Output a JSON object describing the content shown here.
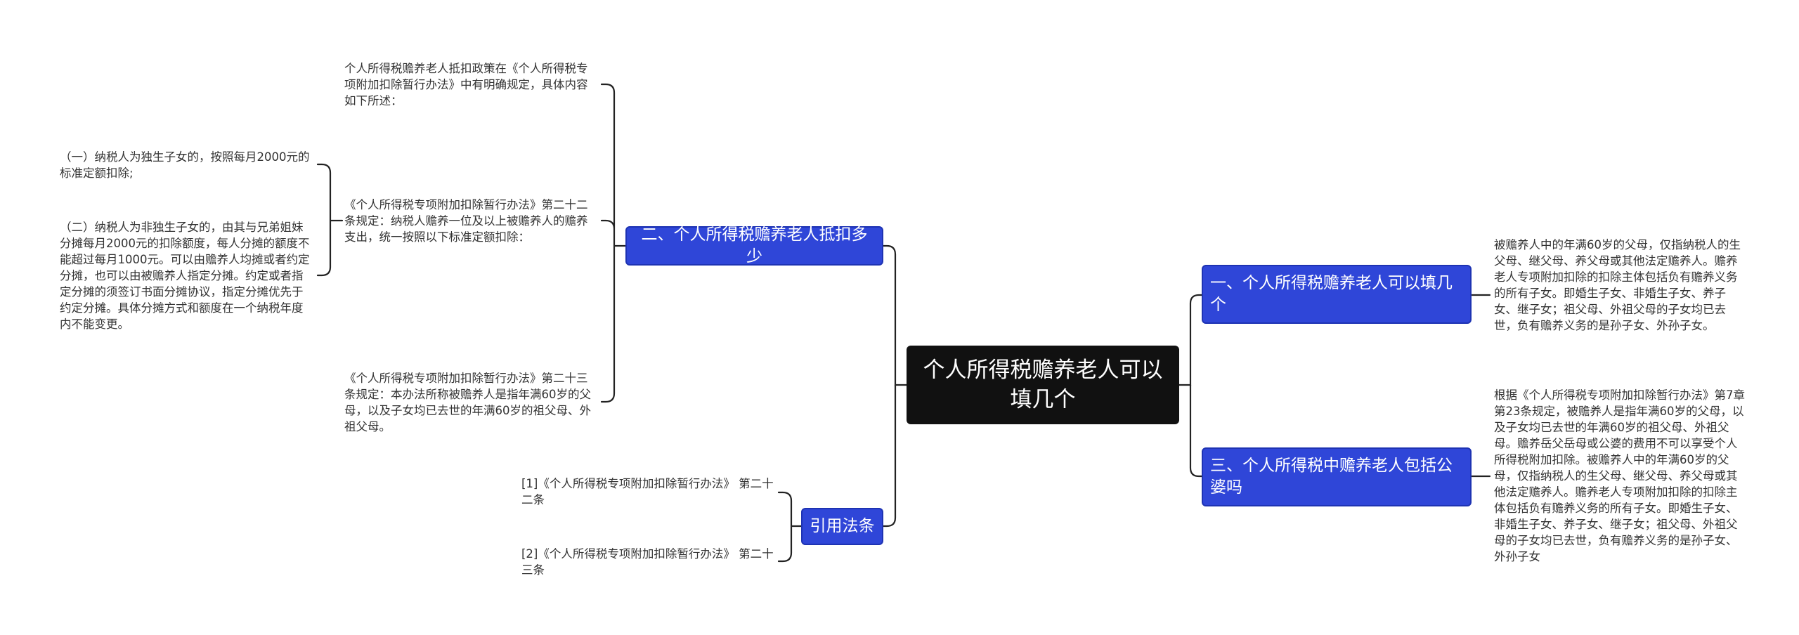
{
  "root": {
    "title": "个人所得税赡养老人可以填几个"
  },
  "branches": [
    {
      "id": "b1",
      "label": "二、个人所得税赡养老人抵扣多少"
    },
    {
      "id": "b2",
      "label": "引用法条"
    },
    {
      "id": "b3",
      "label": "一、个人所得税赡养老人可以填几个"
    },
    {
      "id": "b4",
      "label": "三、个人所得税中赡养老人包括公婆吗"
    }
  ],
  "leaves": {
    "b1_intro": "个人所得税赡养老人抵扣政策在《个人所得税专项附加扣除暂行办法》中有明确规定，具体内容如下所述：",
    "b1_art22": "《个人所得税专项附加扣除暂行办法》第二十二条规定：纳税人赡养一位及以上被赡养人的赡养支出，统一按照以下标准定额扣除：",
    "b1_art22_1": "（一）纳税人为独生子女的，按照每月2000元的标准定额扣除;",
    "b1_art22_2": "（二）纳税人为非独生子女的，由其与兄弟姐妹分摊每月2000元的扣除额度，每人分摊的额度不能超过每月1000元。可以由赡养人均摊或者约定分摊，也可以由被赡养人指定分摊。约定或者指定分摊的须签订书面分摊协议，指定分摊优先于约定分摊。具体分摊方式和额度在一个纳税年度内不能变更。",
    "b1_art23": "《个人所得税专项附加扣除暂行办法》第二十三条规定：本办法所称被赡养人是指年满60岁的父母，以及子女均已去世的年满60岁的祖父母、外祖父母。",
    "b2_ref1": "[1]《个人所得税专项附加扣除暂行办法》 第二十二条",
    "b2_ref2": "[2]《个人所得税专项附加扣除暂行办法》 第二十三条",
    "b3_text": "被赡养人中的年满60岁的父母，仅指纳税人的生父母、继父母、养父母或其他法定赡养人。赡养老人专项附加扣除的扣除主体包括负有赡养义务的所有子女。即婚生子女、非婚生子女、养子女、继子女；祖父母、外祖父母的子女均已去世，负有赡养义务的是孙子女、外孙子女。",
    "b4_text": "根据《个人所得税专项附加扣除暂行办法》第7章第23条规定，被赡养人是指年满60岁的父母，以及子女均已去世的年满60岁的祖父母、外祖父母。赡养岳父岳母或公婆的费用不可以享受个人所得税附加扣除。被赡养人中的年满60岁的父母，仅指纳税人的生父母、继父母、养父母或其他法定赡养人。赡养老人专项附加扣除的扣除主体包括负有赡养义务的所有子女。即婚生子女、非婚生子女、养子女、继子女；祖父母、外祖父母的子女均已去世，负有赡养义务的是孙子女、外孙子女"
  },
  "colors": {
    "root_bg": "#111111",
    "branch_bg": "#2f46d8",
    "edge": "#222222",
    "leaf_text": "#333333"
  }
}
